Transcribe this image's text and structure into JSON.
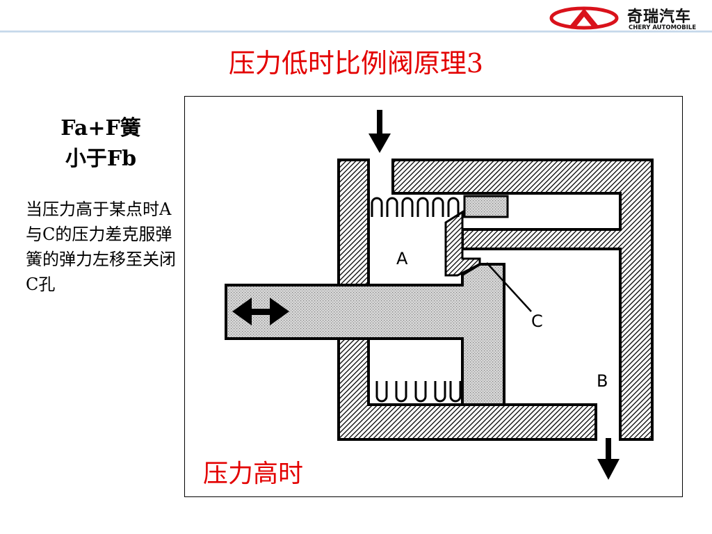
{
  "header": {
    "logo_cn": "奇瑞汽车",
    "logo_en": "CHERY AUTOMOBILE",
    "colors": {
      "accent_red": "#e30000",
      "logo_red": "#d9121b",
      "rule": "#b7cde6"
    }
  },
  "slide": {
    "title": "压力低时比例阀原理3",
    "force_line1": "Fa+F簧",
    "force_line2": "小于Fb",
    "description": "当压力高于某点时A与C的压力差克服弹簧的弹力左移至关闭C孔",
    "caption": "压力高时"
  },
  "diagram": {
    "label_a": "A",
    "label_b": "B",
    "label_c": "C"
  }
}
